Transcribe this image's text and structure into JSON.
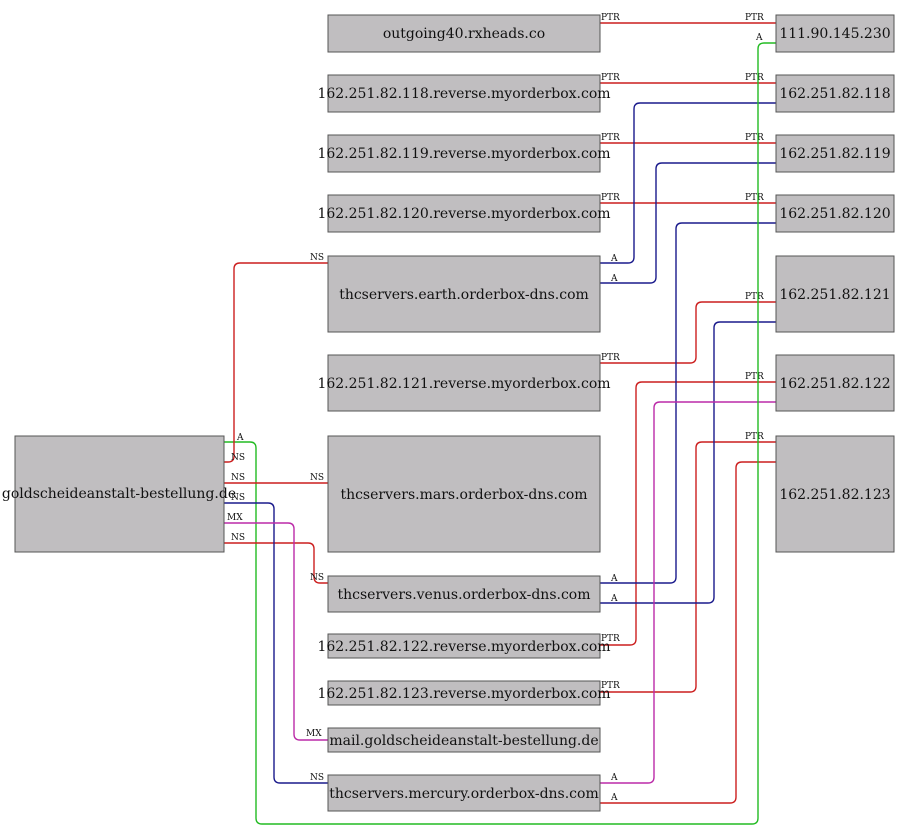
{
  "colors": {
    "PTR": "#cc1f1f",
    "NS": "#cc1f1f",
    "A_blue": "#1a1a8c",
    "A_green": "#22bb22",
    "A_magenta": "#bb2aa8",
    "MX": "#bb2aa8",
    "node_fill": "#c0bec0",
    "node_stroke": "#555555"
  },
  "nodes": {
    "domain": "goldscheideanstalt-bestellung.de",
    "rev40": "outgoing40.rxheads.co",
    "rev118": "162.251.82.118.reverse.myorderbox.com",
    "rev119": "162.251.82.119.reverse.myorderbox.com",
    "rev120": "162.251.82.120.reverse.myorderbox.com",
    "earth": "thcservers.earth.orderbox-dns.com",
    "rev121": "162.251.82.121.reverse.myorderbox.com",
    "mars": "thcservers.mars.orderbox-dns.com",
    "venus": "thcservers.venus.orderbox-dns.com",
    "rev122": "162.251.82.122.reverse.myorderbox.com",
    "rev123": "162.251.82.123.reverse.myorderbox.com",
    "mail": "mail.goldscheideanstalt-bestellung.de",
    "mercury": "thcservers.mercury.orderbox-dns.com",
    "ip230": "111.90.145.230",
    "ip118": "162.251.82.118",
    "ip119": "162.251.82.119",
    "ip120": "162.251.82.120",
    "ip121": "162.251.82.121",
    "ip122": "162.251.82.122",
    "ip123": "162.251.82.123"
  },
  "edges": [
    {
      "from": "rev40",
      "to": "ip230",
      "type": "PTR",
      "color": "#cc1f1f"
    },
    {
      "from": "rev118",
      "to": "ip118",
      "type": "PTR",
      "color": "#cc1f1f"
    },
    {
      "from": "rev119",
      "to": "ip119",
      "type": "PTR",
      "color": "#cc1f1f"
    },
    {
      "from": "rev120",
      "to": "ip120",
      "type": "PTR",
      "color": "#cc1f1f"
    },
    {
      "from": "rev121",
      "to": "ip121",
      "type": "PTR",
      "color": "#cc1f1f"
    },
    {
      "from": "rev122",
      "to": "ip122",
      "type": "PTR",
      "color": "#cc1f1f"
    },
    {
      "from": "rev123",
      "to": "ip123",
      "type": "PTR",
      "color": "#cc1f1f"
    },
    {
      "from": "earth",
      "to": "ip118",
      "type": "A",
      "color": "#1a1a8c"
    },
    {
      "from": "earth",
      "to": "ip119",
      "type": "A",
      "color": "#1a1a8c"
    },
    {
      "from": "venus",
      "to": "ip120",
      "type": "A",
      "color": "#1a1a8c"
    },
    {
      "from": "venus",
      "to": "ip121",
      "type": "A",
      "color": "#1a1a8c"
    },
    {
      "from": "mercury",
      "to": "ip122",
      "type": "A",
      "color": "#bb2aa8"
    },
    {
      "from": "mercury",
      "to": "ip123",
      "type": "A",
      "color": "#cc1f1f"
    },
    {
      "from": "domain",
      "to": "ip230",
      "type": "A",
      "color": "#22bb22"
    },
    {
      "from": "domain",
      "to": "earth",
      "type": "NS",
      "color": "#cc1f1f"
    },
    {
      "from": "domain",
      "to": "mars",
      "type": "NS",
      "color": "#cc1f1f"
    },
    {
      "from": "domain",
      "to": "venus",
      "type": "NS",
      "color": "#cc1f1f"
    },
    {
      "from": "domain",
      "to": "mercury",
      "type": "NS",
      "color": "#1a1a8c"
    },
    {
      "from": "domain",
      "to": "mail",
      "type": "MX",
      "color": "#bb2aa8"
    }
  ]
}
